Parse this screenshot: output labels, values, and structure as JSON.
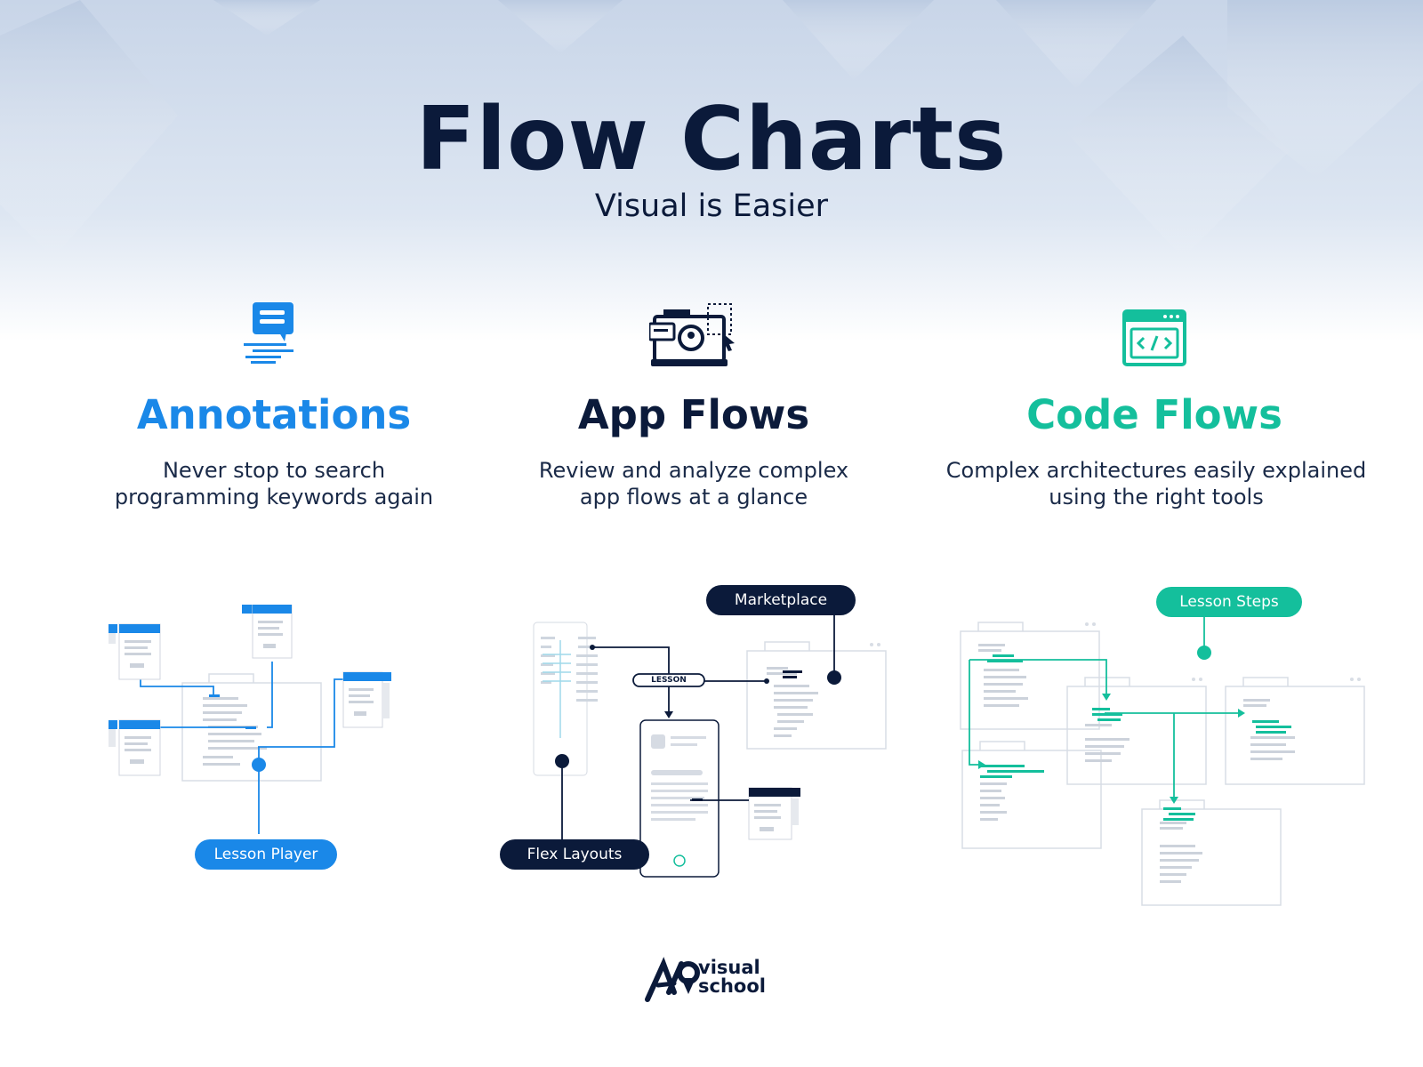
{
  "header": {
    "title": "Flow Charts",
    "subtitle": "Visual is Easier"
  },
  "columns": [
    {
      "title": "Annotations",
      "desc_lines": [
        "Never stop to search",
        "programming keywords again"
      ],
      "icon": "chat-bubble-icon",
      "color": "#1a88e8",
      "callout": "Lesson Player"
    },
    {
      "title": "App Flows",
      "desc_lines": [
        "Review and analyze complex",
        "app flows at a glance"
      ],
      "icon": "monitor-camera-icon",
      "color": "#0b1a3a",
      "callouts": [
        "Marketplace",
        "Flex Layouts"
      ],
      "badge": "LESSON"
    },
    {
      "title": "Code Flows",
      "desc_lines": [
        "Complex architectures easily explained",
        "using the right tools"
      ],
      "icon": "code-window-icon",
      "color": "#14bf9c",
      "callout": "Lesson Steps"
    }
  ],
  "logo": {
    "line1": "visual",
    "line2": "school"
  }
}
